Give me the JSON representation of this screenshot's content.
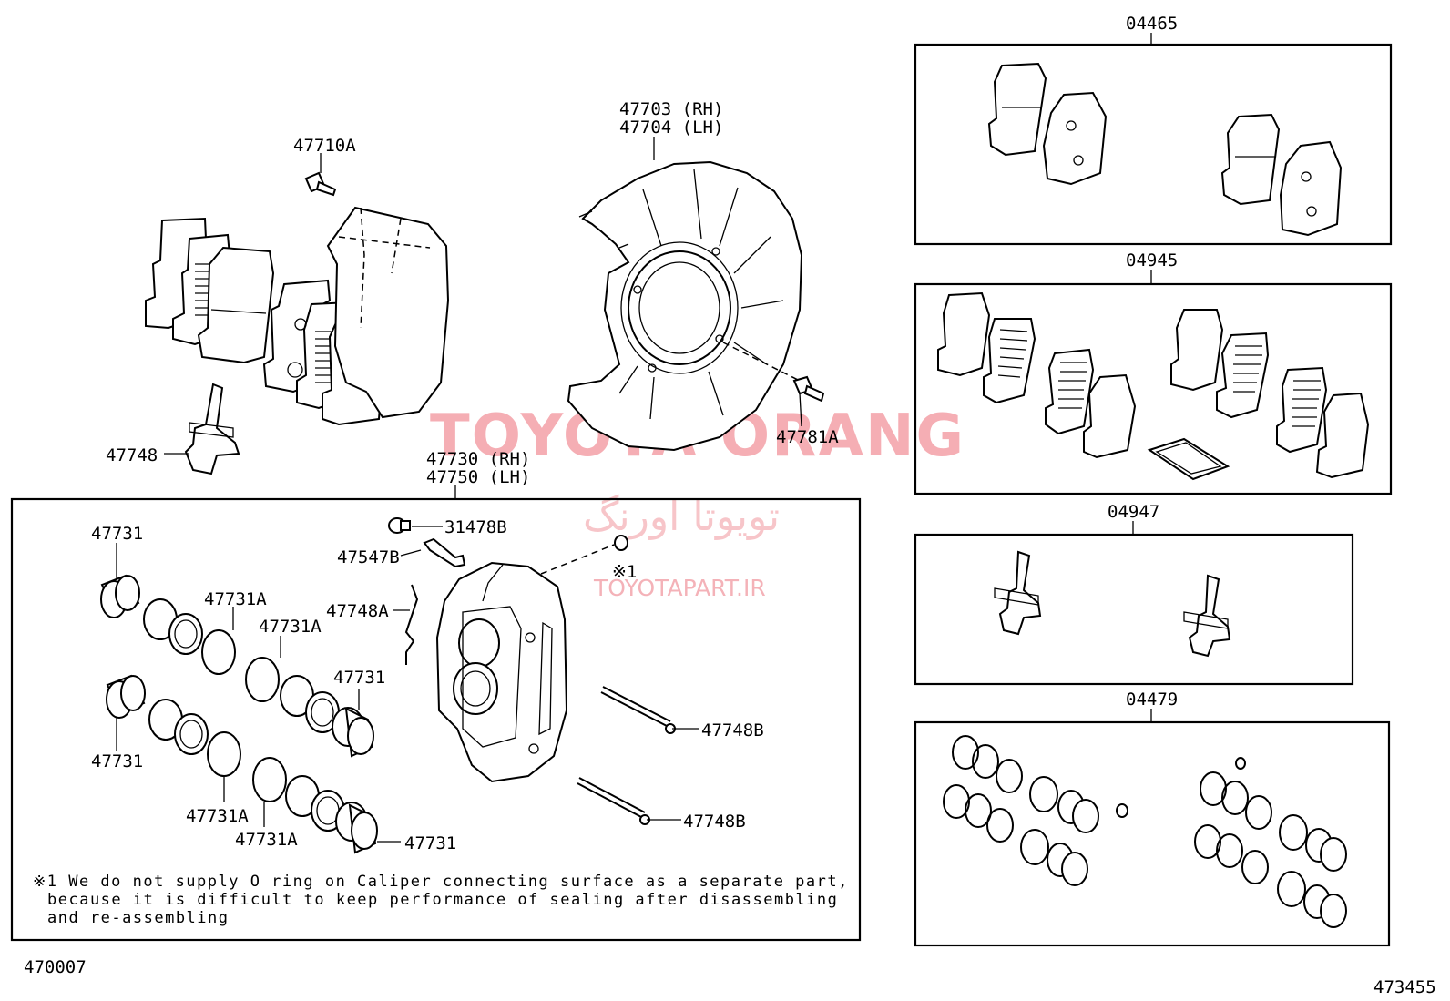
{
  "labels": {
    "p47710A": "47710A",
    "p47703": "47703 (RH)",
    "p47704": "47704 (LH)",
    "p47748": "47748",
    "p47781A": "47781A",
    "p47730": "47730 (RH)",
    "p47750": "47750 (LH)",
    "p31478B": "31478B",
    "p47547B": "47547B",
    "p47748A": "47748A",
    "note_ref": "※1",
    "p47748B_1": "47748B",
    "p47748B_2": "47748B",
    "p47731_1": "47731",
    "p47731_2": "47731",
    "p47731_3": "47731",
    "p47731_4": "47731",
    "p47731A_1": "47731A",
    "p47731A_2": "47731A",
    "p47731A_3": "47731A",
    "p47731A_4": "47731A",
    "kit_04465": "04465",
    "kit_04945": "04945",
    "kit_04947": "04947",
    "kit_04479": "04479"
  },
  "footnote": {
    "line1": "※1 We do not supply O ring on Caliper connecting surface as a separate part,",
    "line2": "because it is difficult to keep performance of sealing after disassembling",
    "line3": "and re-assembling"
  },
  "footer": {
    "left_code": "470007",
    "right_code": "473455"
  },
  "watermark": {
    "brand": "TOYOTA ORANG",
    "persian": "تویوتا اورنگ",
    "url": "TOYOTAPART.IR"
  },
  "colors": {
    "line": "#000000",
    "watermark": "#f5aeb4"
  }
}
